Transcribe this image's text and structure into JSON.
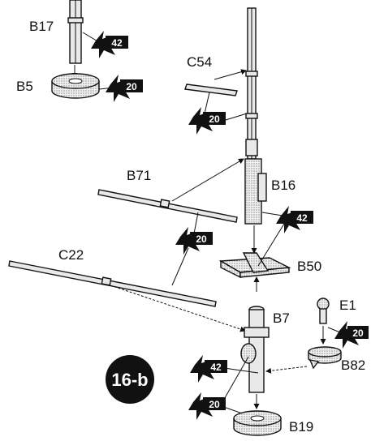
{
  "step": "16-b",
  "parts": {
    "b17": "B17",
    "b5": "B5",
    "c54": "C54",
    "b71": "B71",
    "b16": "B16",
    "c22": "C22",
    "b50": "B50",
    "b7": "B7",
    "e1": "E1",
    "b82": "B82",
    "b19": "B19"
  },
  "quantity_badges": {
    "b17": "42",
    "b5": "20",
    "c54": "20",
    "b16": "42",
    "b71_c22": "20",
    "e1": "20",
    "b7": "42",
    "b19": "20"
  }
}
